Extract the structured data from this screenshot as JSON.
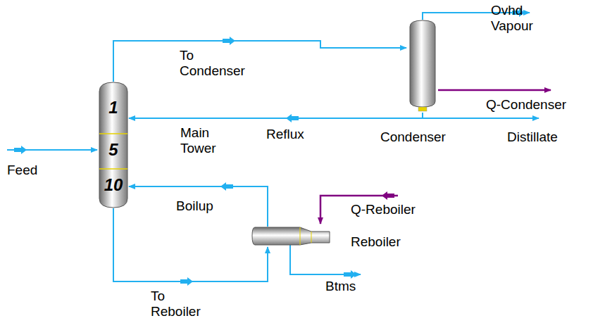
{
  "diagram": {
    "nodes": [
      {
        "text": [
          "1",
          "5",
          "10",
          "Main Tower"
        ]
      },
      {
        "text": [
          "Condenser"
        ]
      },
      {
        "text": [
          "Reboiler"
        ]
      }
    ],
    "edges": [
      {
        "from": 0,
        "to": 1,
        "label": "To Condenser",
        "arrow": "to"
      },
      {
        "from": 1,
        "to": 0,
        "label": "Reflux",
        "arrow": "to"
      },
      {
        "from": 0,
        "to": 2,
        "label": "To Reboiler",
        "arrow": "to"
      },
      {
        "from": 2,
        "to": 0,
        "label": "Boilup",
        "arrow": "to"
      }
    ],
    "labels": [
      "Feed",
      "Ovhd Vapour",
      "Q-Condenser",
      "Distillate",
      "Q-Reboiler",
      "Btms"
    ]
  }
}
